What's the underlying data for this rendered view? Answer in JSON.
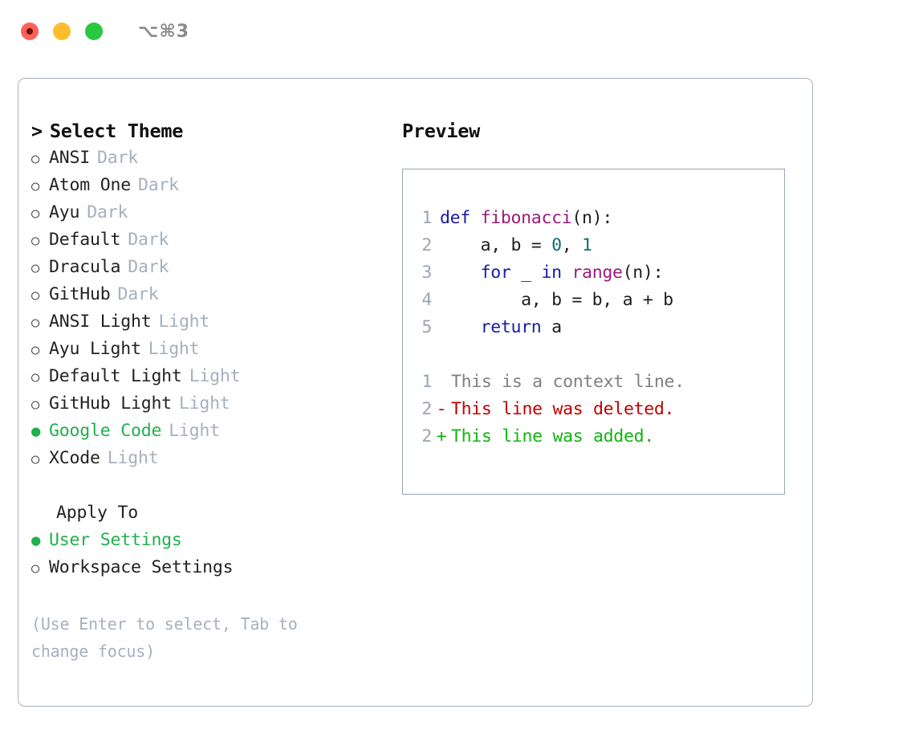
{
  "window": {
    "shortcut_label": "⌥⌘3",
    "traffic_lights": [
      "close-red",
      "minimize-yellow",
      "maximize-green"
    ]
  },
  "theme_picker": {
    "caret": ">",
    "heading": "Select Theme",
    "bullet_unselected": "○",
    "bullet_selected": "●",
    "options": [
      {
        "name": "ANSI",
        "kind": "Dark",
        "selected": false
      },
      {
        "name": "Atom One",
        "kind": "Dark",
        "selected": false
      },
      {
        "name": "Ayu",
        "kind": "Dark",
        "selected": false
      },
      {
        "name": "Default",
        "kind": "Dark",
        "selected": false
      },
      {
        "name": "Dracula",
        "kind": "Dark",
        "selected": false
      },
      {
        "name": "GitHub",
        "kind": "Dark",
        "selected": false
      },
      {
        "name": "ANSI Light",
        "kind": "Light",
        "selected": false
      },
      {
        "name": "Ayu Light",
        "kind": "Light",
        "selected": false
      },
      {
        "name": "Default Light",
        "kind": "Light",
        "selected": false
      },
      {
        "name": "GitHub Light",
        "kind": "Light",
        "selected": false
      },
      {
        "name": "Google Code",
        "kind": "Light",
        "selected": true
      },
      {
        "name": "XCode",
        "kind": "Light",
        "selected": false
      }
    ]
  },
  "apply_to": {
    "label": "Apply To",
    "options": [
      {
        "name": "User Settings",
        "selected": true
      },
      {
        "name": "Workspace Settings",
        "selected": false
      }
    ]
  },
  "hint": {
    "text": "(Use Enter to select, Tab to change focus)"
  },
  "preview": {
    "heading": "Preview",
    "code_lines": [
      {
        "no": "1",
        "tokens": [
          {
            "t": "def ",
            "c": "kw"
          },
          {
            "t": "fibonacci",
            "c": "fn"
          },
          {
            "t": "(n):",
            "c": "plain"
          }
        ]
      },
      {
        "no": "2",
        "tokens": [
          {
            "t": "    a, b = ",
            "c": "plain"
          },
          {
            "t": "0",
            "c": "num"
          },
          {
            "t": ", ",
            "c": "plain"
          },
          {
            "t": "1",
            "c": "num"
          }
        ]
      },
      {
        "no": "3",
        "tokens": [
          {
            "t": "    ",
            "c": "plain"
          },
          {
            "t": "for",
            "c": "kw"
          },
          {
            "t": " _ ",
            "c": "plain"
          },
          {
            "t": "in",
            "c": "kw"
          },
          {
            "t": " ",
            "c": "plain"
          },
          {
            "t": "range",
            "c": "fn"
          },
          {
            "t": "(n):",
            "c": "plain"
          }
        ]
      },
      {
        "no": "4",
        "tokens": [
          {
            "t": "        a, b = b, a + b",
            "c": "plain"
          }
        ]
      },
      {
        "no": "5",
        "tokens": [
          {
            "t": "    ",
            "c": "plain"
          },
          {
            "t": "return",
            "c": "kw"
          },
          {
            "t": " a",
            "c": "plain"
          }
        ]
      }
    ],
    "diff_lines": [
      {
        "no": "1",
        "mark": " ",
        "text": "This is a context line.",
        "kind": "ctx"
      },
      {
        "no": "2",
        "mark": "-",
        "text": "This line was deleted.",
        "kind": "del"
      },
      {
        "no": "2",
        "mark": "+",
        "text": "This line was added.",
        "kind": "add"
      }
    ]
  },
  "colors": {
    "accent_green": "#21b04b",
    "muted": "#a6b0be",
    "border": "#a8b2c0",
    "keyword": "#1a1aa6",
    "function": "#9c1a7d",
    "number": "#0b7070",
    "diff_add": "#10b410",
    "diff_del": "#c00000",
    "lineno": "#9aa5b5"
  }
}
